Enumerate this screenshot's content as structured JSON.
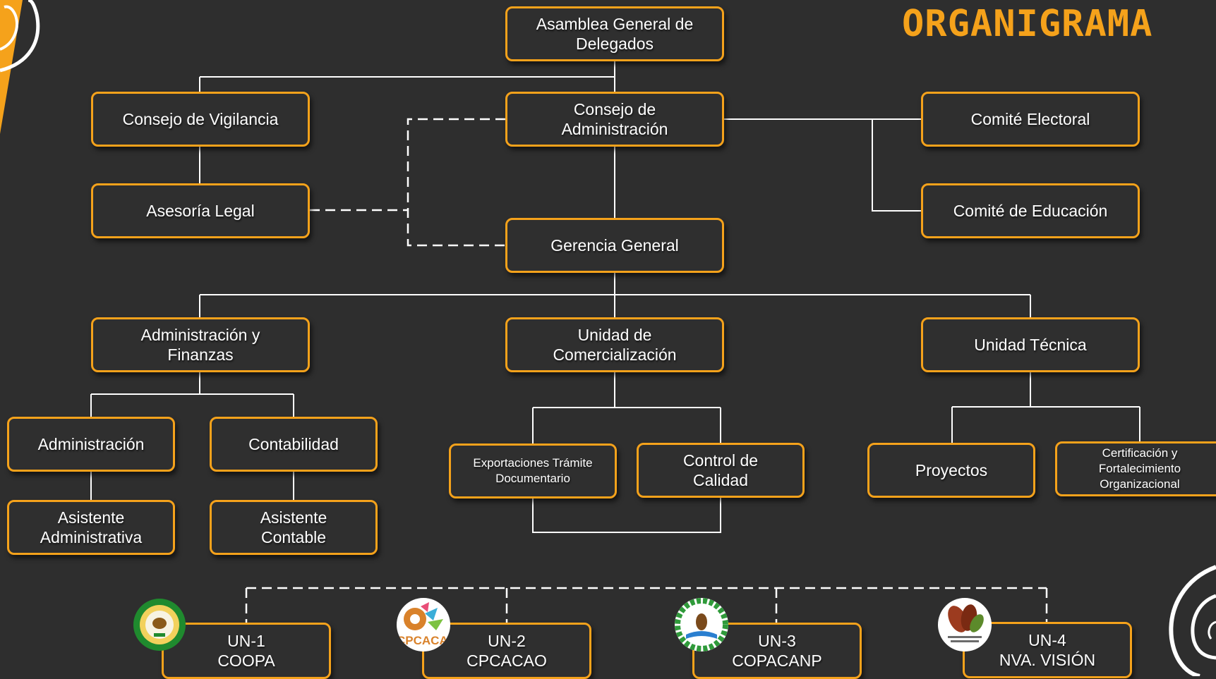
{
  "title": "ORGANIGRAMA",
  "colors": {
    "accent": "#f5a21b",
    "background": "#2e2e2e",
    "text": "#ffffff",
    "line": "#ffffff"
  },
  "nodes": {
    "asamblea": "Asamblea General de\nDelegados",
    "vigilancia": "Consejo de Vigilancia",
    "consejo_admin": "Consejo de\nAdministración",
    "comite_electoral": "Comité Electoral",
    "asesoria": "Asesoría Legal",
    "comite_educacion": "Comité de Educación",
    "gerencia": "Gerencia General",
    "admin_finanzas": "Administración y\nFinanzas",
    "comercializacion": "Unidad de\nComercialización",
    "tecnica": "Unidad Técnica",
    "administracion": "Administración",
    "contabilidad": "Contabilidad",
    "exportaciones": "Exportaciones Trámite\nDocumentario",
    "control_calidad": "Control de\nCalidad",
    "proyectos": "Proyectos",
    "certificacion": "Certificación y\nFortalecimiento\nOrganizacional",
    "asistente_admin": "Asistente\nAdministrativa",
    "asistente_contable": "Asistente\nContable",
    "un1": "UN-1\nCOOPA",
    "un2": "UN-2\nCPCACAO",
    "un3": "UN-3\nCOPACANP",
    "un4": "UN-4\nNVA. VISIÓN"
  },
  "logos": {
    "un1": "cooperative-seal-logo",
    "un2": "cpcacao-logo",
    "un3": "copacanp-logo",
    "un4": "cacao-pod-logo"
  },
  "logo_text": {
    "un2": "CPCACAO"
  }
}
